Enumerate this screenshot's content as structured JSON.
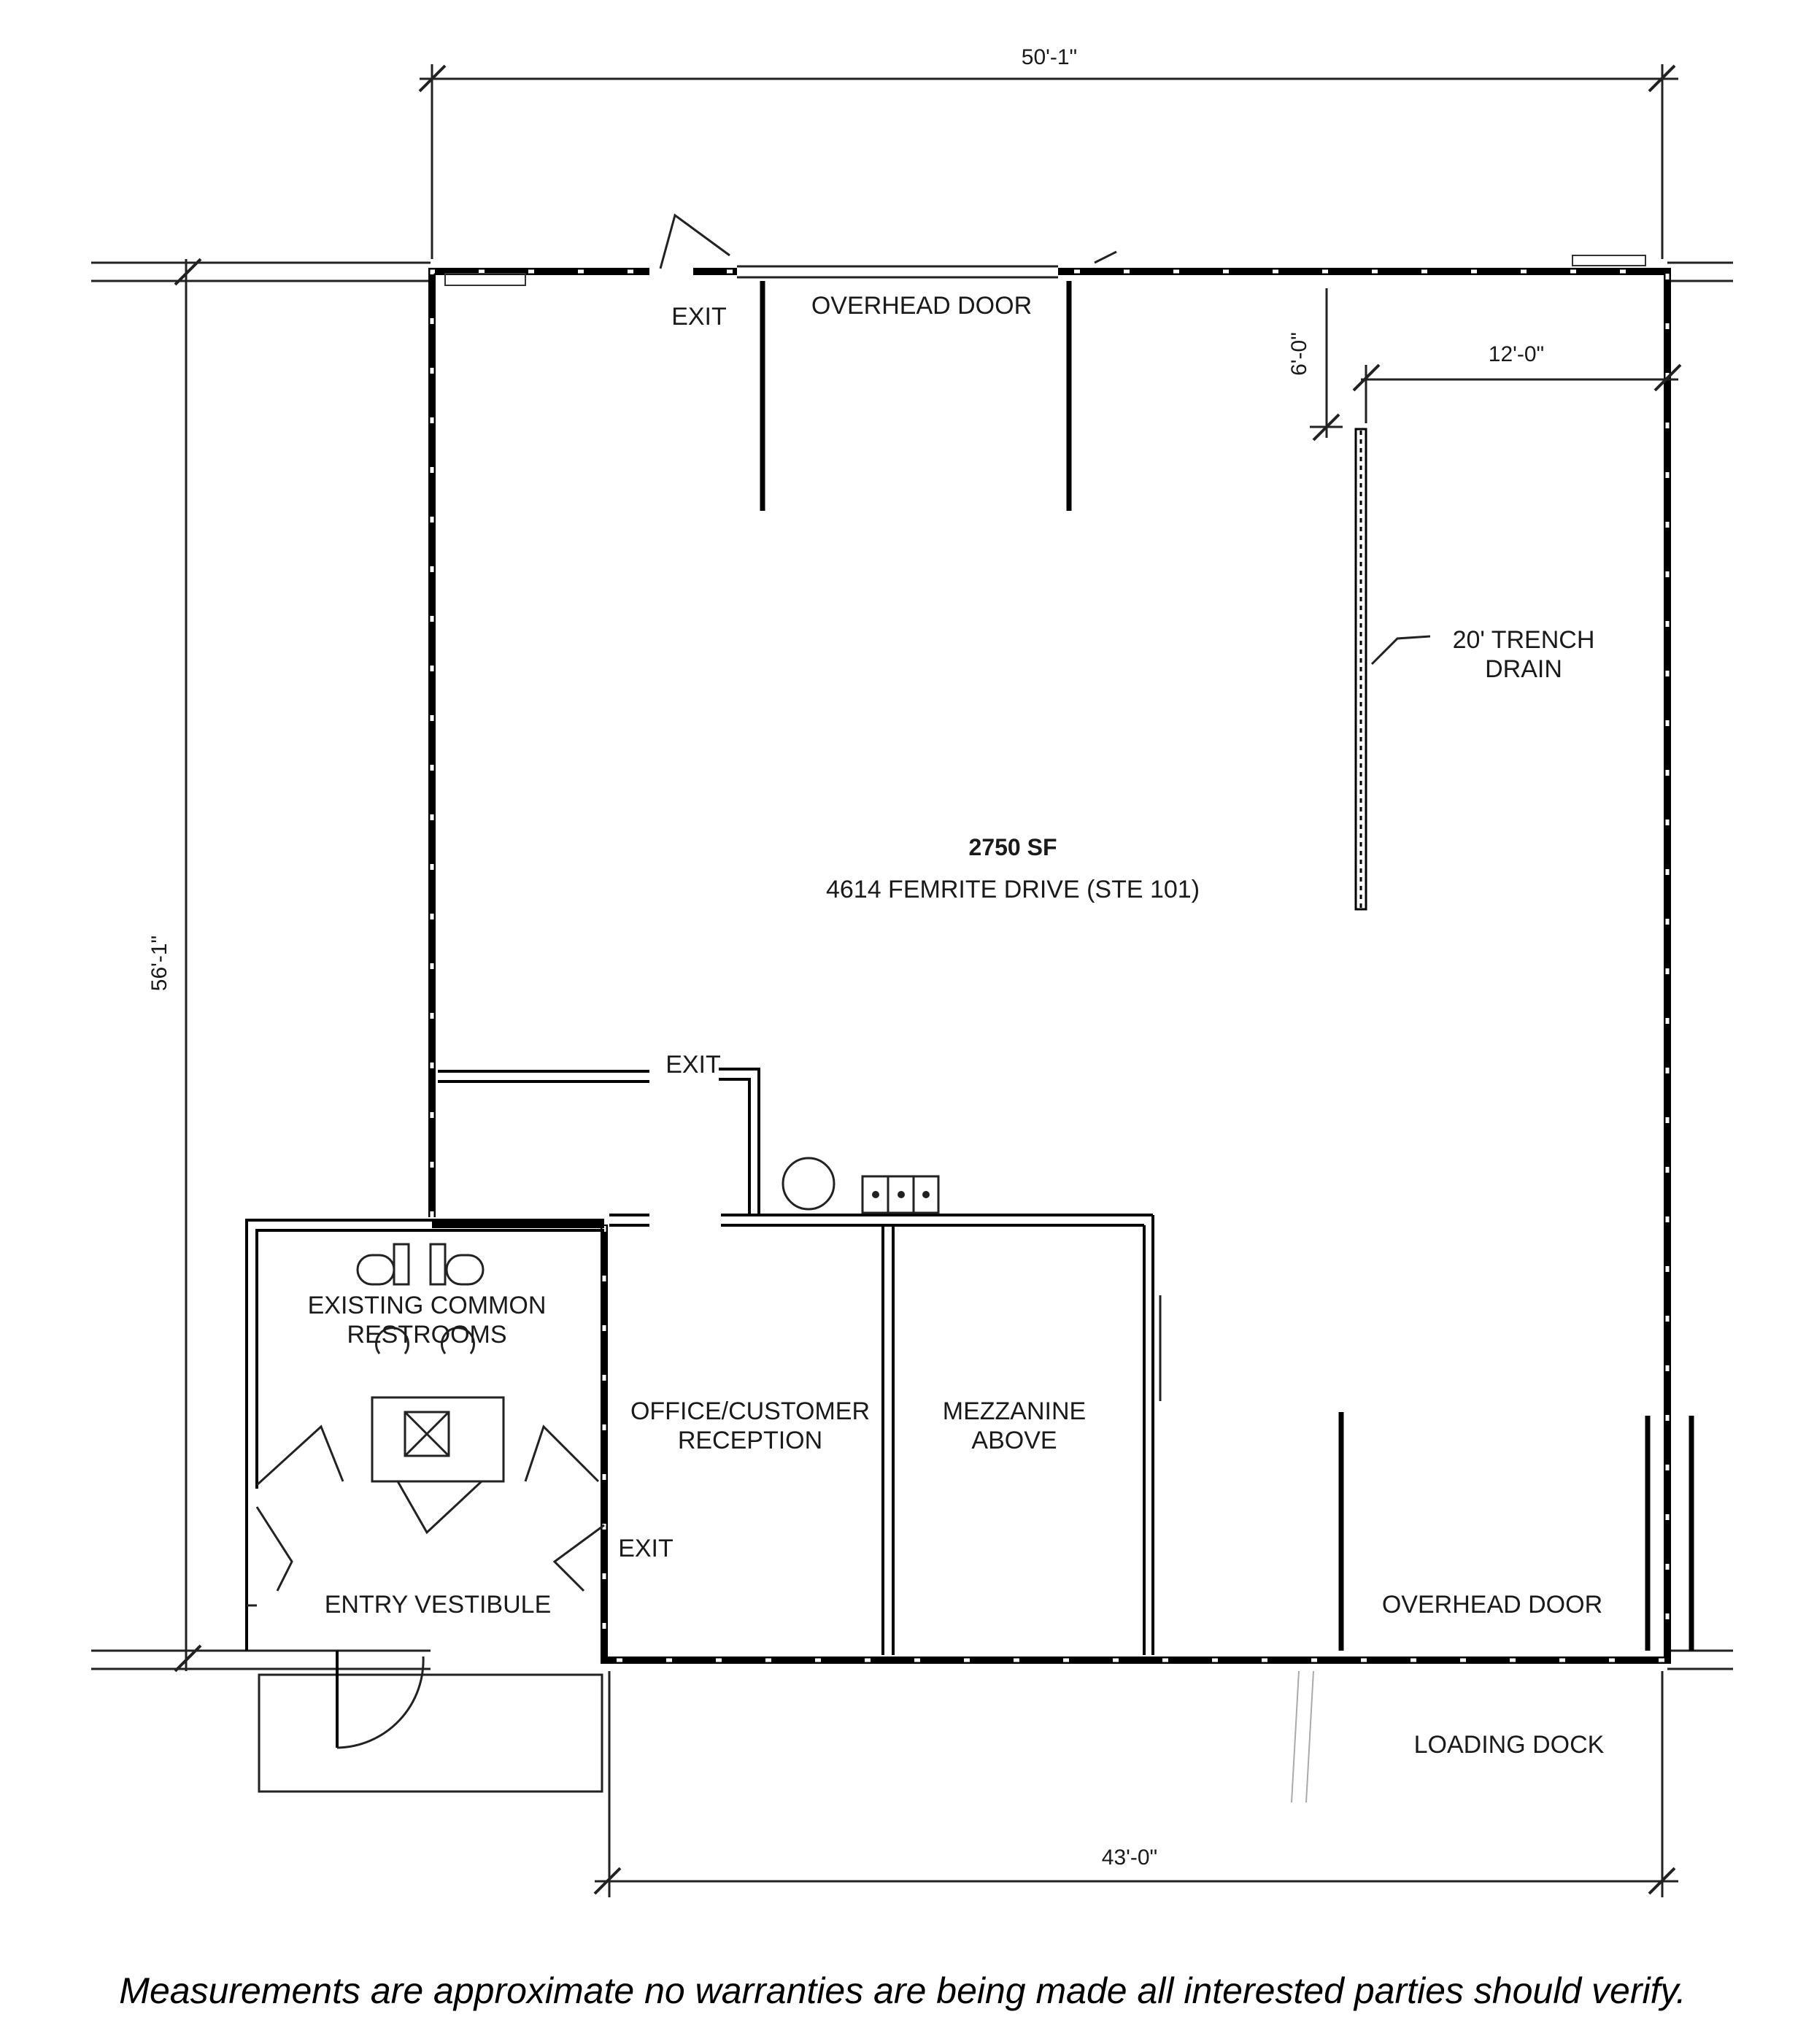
{
  "plan": {
    "dimensions": {
      "top_width": "50'-1\"",
      "left_height": "56'-1\"",
      "bottom_width": "43'-0\"",
      "trench_width": "12'-0\"",
      "trench_offset": "6'-0\""
    },
    "labels": {
      "exit_top": "EXIT",
      "overhead_door_top": "OVERHEAD DOOR",
      "trench_drain_line1": "20' TRENCH",
      "trench_drain_line2": "DRAIN",
      "area": "2750 SF",
      "address": "4614 FEMRITE DRIVE (STE 101)",
      "exit_middle": "EXIT",
      "restrooms_line1": "EXISTING COMMON",
      "restrooms_line2": "RESTROOMS",
      "office_line1": "OFFICE/CUSTOMER",
      "office_line2": "RECEPTION",
      "mezzanine_line1": "MEZZANINE",
      "mezzanine_line2": "ABOVE",
      "exit_lower": "EXIT",
      "entry_vestibule": "ENTRY VESTIBULE",
      "overhead_door_bottom": "OVERHEAD DOOR",
      "loading_dock": "LOADING DOCK"
    }
  },
  "disclaimer": "Measurements are approximate no warranties are being made all interested parties should verify."
}
